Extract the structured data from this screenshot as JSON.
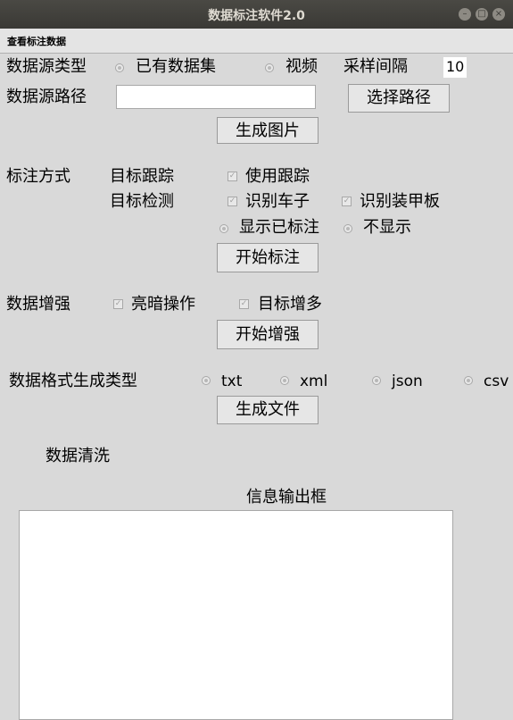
{
  "window": {
    "title": "数据标注软件2.0"
  },
  "menu": {
    "item": "查看标注数据"
  },
  "source": {
    "label": "数据源类型",
    "radio_existing": "已有数据集",
    "radio_video": "视频",
    "interval_label": "采样间隔",
    "interval_value": "10",
    "path_label": "数据源路径",
    "path_value": "",
    "choose_path_button": "选择路径",
    "generate_images_button": "生成图片"
  },
  "annotation": {
    "label": "标注方式",
    "tracking": "目标跟踪",
    "use_tracking": "使用跟踪",
    "detection": "目标检测",
    "detect_car": "识别车子",
    "detect_armor": "识别装甲板",
    "show_annotated": "显示已标注",
    "hide": "不显示",
    "start_button": "开始标注"
  },
  "augment": {
    "label": "数据增强",
    "brightness": "亮暗操作",
    "add_targets": "目标增多",
    "start_button": "开始增强"
  },
  "format": {
    "label": "数据格式生成类型",
    "txt": "txt",
    "xml": "xml",
    "json": "json",
    "csv": "csv",
    "generate_button": "生成文件"
  },
  "clean": {
    "label": "数据清洗"
  },
  "output": {
    "label": "信息输出框",
    "content": ""
  }
}
